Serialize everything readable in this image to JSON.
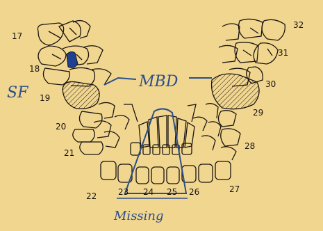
{
  "diagram": {
    "tooth_numbers": {
      "t17": "17",
      "t18": "18",
      "t19": "19",
      "t20": "20",
      "t21": "21",
      "t22": "22",
      "t23": "23",
      "t24": "24",
      "t25": "25",
      "t26": "26",
      "t27": "27",
      "t28": "28",
      "t29": "29",
      "t30": "30",
      "t31": "31",
      "t32": "32"
    },
    "annotations": {
      "sf": "SF",
      "mbd": "MBD",
      "missing": "Missing"
    },
    "colors": {
      "background": "#f1d690",
      "line": "#1a1410",
      "annotation": "#2a4f8a",
      "filled_tooth": "#1f3f8f"
    }
  }
}
